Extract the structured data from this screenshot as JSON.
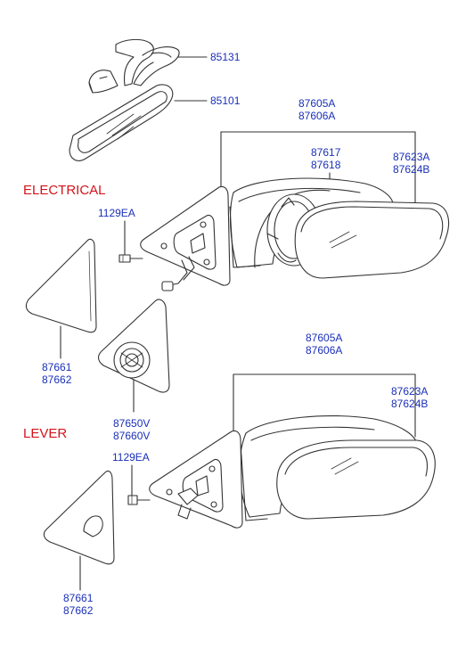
{
  "sections": {
    "electrical": "ELECTRICAL",
    "lever": "LEVER"
  },
  "labels": {
    "inside_mirror_stay": "85131",
    "inside_mirror": "85101",
    "elec_mirror_assy_lh": "87605A",
    "elec_mirror_assy_rh": "87606A",
    "elec_actuator_lh": "87617",
    "elec_actuator_rh": "87618",
    "elec_glass_lh": "87623A",
    "elec_glass_rh": "87624B",
    "elec_screw": "1129EA",
    "elec_cover_lh": "87661",
    "elec_cover_rh": "87662",
    "lever_cover_lh": "87650V",
    "lever_cover_rh": "87660V",
    "lever_mirror_assy_lh": "87605A",
    "lever_mirror_assy_rh": "87606A",
    "lever_glass_lh": "87623A",
    "lever_glass_rh": "87624B",
    "lever_screw": "1129EA",
    "lever_bottom_cover_lh": "87661",
    "lever_bottom_cover_rh": "87662"
  }
}
